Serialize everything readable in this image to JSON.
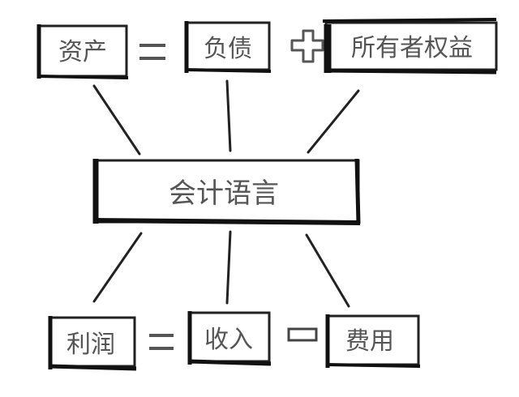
{
  "top_equation": {
    "left": "资产",
    "middle": "负债",
    "right": "所有者权益"
  },
  "center": {
    "label": "会计语言"
  },
  "bottom_equation": {
    "left": "利润",
    "middle": "收入",
    "right": "费用"
  },
  "colors": {
    "ink": "#222222",
    "text": "#555555",
    "symbol": "#555555",
    "background": "#ffffff"
  },
  "icons": {
    "equals": "equals-icon",
    "plus": "plus-icon",
    "minus": "minus-icon"
  }
}
